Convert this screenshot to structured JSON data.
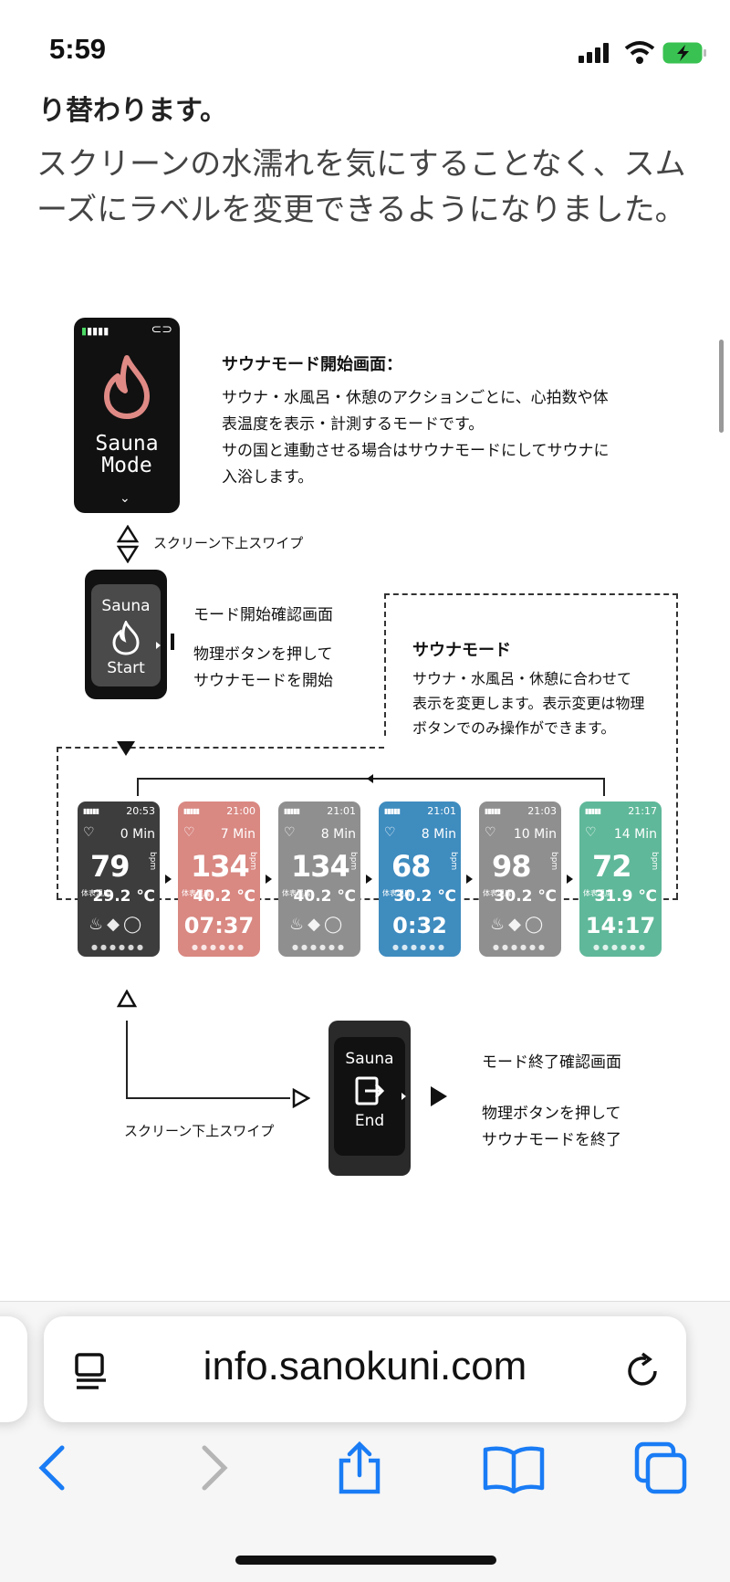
{
  "status": {
    "time": "5:59"
  },
  "article": {
    "cut_line": "り替わります。",
    "intro": "スクリーンの水濡れを気にすることなく、スムーズにラベルを変更できるようになりました。"
  },
  "diagram": {
    "start_screen_title": "サウナモード開始画面：",
    "start_screen_desc_1": "サウナ・水風呂・休憩のアクションごとに、心拍数や体",
    "start_screen_desc_2": "表温度を表示・計測するモードです。",
    "start_screen_desc_3": "サの国と連動させる場合はサウナモードにしてサウナに",
    "start_screen_desc_4": "入浴します。",
    "device1_line1": "Sauna",
    "device1_line2": "Mode",
    "swipe_label_1": "スクリーン下上スワイプ",
    "device2_top": "Sauna",
    "device2_bottom": "Start",
    "confirm_title": "モード開始確認画面",
    "confirm_desc_1": "物理ボタンを押して",
    "confirm_desc_2": "サウナモードを開始",
    "mode_title": "サウナモード",
    "mode_desc_1": "サウナ・水風呂・休憩に合わせて",
    "mode_desc_2": "表示を変更します。表示変更は物理",
    "mode_desc_3": "ボタンでのみ操作ができます。",
    "swipe_label_2": "スクリーン下上スワイプ",
    "device3_top": "Sauna",
    "device3_bottom": "End",
    "end_title": "モード終了確認画面",
    "end_desc_1": "物理ボタンを押して",
    "end_desc_2": "サウナモードを終了"
  },
  "watch_cards": [
    {
      "time": "20:53",
      "min": "0 Min",
      "bpm": "79",
      "temp": "29.2 ℃",
      "bottom": "",
      "color": "#3d3d3d"
    },
    {
      "time": "21:00",
      "min": "7 Min",
      "bpm": "134",
      "temp": "40.2 ℃",
      "bottom": "07:37",
      "color": "#d98882"
    },
    {
      "time": "21:01",
      "min": "8 Min",
      "bpm": "134",
      "temp": "40.2 ℃",
      "bottom": "",
      "color": "#8f8f8f"
    },
    {
      "time": "21:01",
      "min": "8 Min",
      "bpm": "68",
      "temp": "30.2 ℃",
      "bottom": "0:32",
      "color": "#3f8cbf"
    },
    {
      "time": "21:03",
      "min": "10 Min",
      "bpm": "98",
      "temp": "30.2 ℃",
      "bottom": "",
      "color": "#8f8f8f"
    },
    {
      "time": "21:17",
      "min": "14 Min",
      "bpm": "72",
      "temp": "31.9 ℃",
      "bottom": "14:17",
      "color": "#5fb899"
    }
  ],
  "watch_labels": {
    "bpm_unit": "bpm",
    "temp_label": "体表温度"
  },
  "browser": {
    "url": "info.sanokuni.com"
  },
  "icons": {
    "reader": "reader-icon",
    "reload": "reload-icon",
    "back": "back-icon",
    "forward": "forward-icon",
    "share": "share-icon",
    "bookmarks": "bookmarks-icon",
    "tabs": "tabs-icon"
  },
  "colors": {
    "accent": "#1a7cf5"
  }
}
